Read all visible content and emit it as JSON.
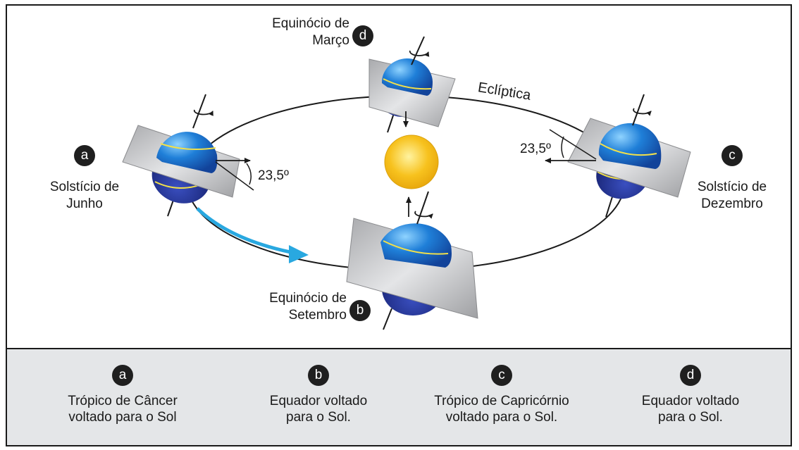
{
  "orbit_label": "Eclíptica",
  "angle_left": "23,5º",
  "angle_right": "23,5º",
  "positions": {
    "a": {
      "letter": "a",
      "line1": "Solstício de",
      "line2": "Junho"
    },
    "b": {
      "letter": "b",
      "line1": "Equinócio de",
      "line2": "Setembro"
    },
    "c": {
      "letter": "c",
      "line1": "Solstício de",
      "line2": "Dezembro"
    },
    "d": {
      "letter": "d",
      "line1": "Equinócio de",
      "line2": "Março"
    }
  },
  "legend": [
    {
      "letter": "a",
      "line1": "Trópico de Câncer",
      "line2": "voltado para o Sol"
    },
    {
      "letter": "b",
      "line1": "Equador voltado",
      "line2": "para o Sol."
    },
    {
      "letter": "c",
      "line1": "Trópico de Capricórnio",
      "line2": "voltado para o Sol."
    },
    {
      "letter": "d",
      "line1": "Equador voltado",
      "line2": "para o Sol."
    }
  ],
  "colors": {
    "earth_dark": "#1f2f8f",
    "earth_light": "#1f7fd8",
    "sun": "#f7c21e",
    "plane": "#b9babc",
    "direction_arrow": "#29a8e0",
    "legend_bg": "#e4e6e8"
  }
}
